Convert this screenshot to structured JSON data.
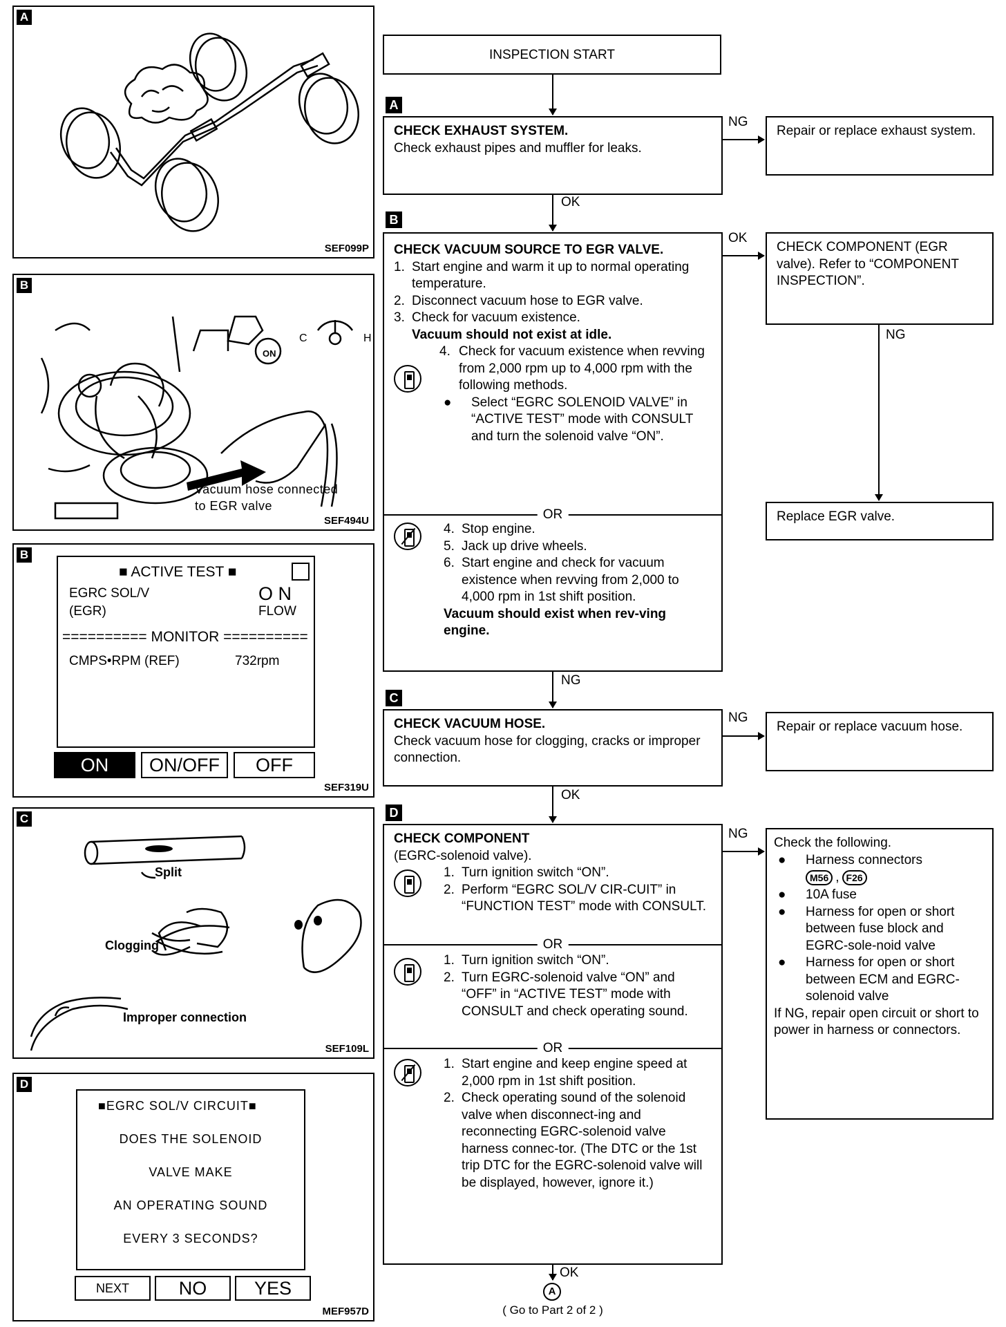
{
  "panels": {
    "a": {
      "letter": "A",
      "fig_id": "SEF099P"
    },
    "b1": {
      "letter": "B",
      "fig_id": "SEF494U",
      "caption_line1": "Vacuum hose connected",
      "caption_line2": "to EGR valve",
      "gauge_c": "C",
      "gauge_h": "H",
      "key_label": "ON"
    },
    "b2": {
      "letter": "B",
      "fig_id": "SEF319U",
      "title": "■ ACTIVE TEST ■",
      "item_label_1": "EGRC SOL/V",
      "item_label_2": "(EGR)",
      "item_value_1": "O N",
      "item_value_2": "FLOW",
      "monitor": "========== MONITOR ==========",
      "monitor_item": "CMPS•RPM (REF)",
      "monitor_value": "732rpm",
      "buttons": [
        "ON",
        "ON/OFF",
        "OFF"
      ]
    },
    "c": {
      "letter": "C",
      "fig_id": "SEF109L",
      "split": "Split",
      "clogging": "Clogging",
      "improper": "Improper connection"
    },
    "d": {
      "letter": "D",
      "fig_id": "MEF957D",
      "title": "■EGRC SOL/V CIRCUIT■",
      "lines": [
        "DOES THE SOLENOID",
        "VALVE MAKE",
        "AN OPERATING SOUND",
        "EVERY 3 SECONDS?"
      ],
      "buttons": [
        "NEXT",
        "NO",
        "YES"
      ]
    }
  },
  "flow": {
    "start": "INSPECTION START",
    "step_a": {
      "letter": "A",
      "title": "CHECK EXHAUST SYSTEM.",
      "text": "Check exhaust pipes and muffler for leaks.",
      "ng_label": "NG",
      "ng_result": "Repair or replace exhaust system.",
      "ok_label": "OK"
    },
    "step_b": {
      "letter": "B",
      "title": "CHECK VACUUM SOURCE TO EGR VALVE.",
      "items": [
        {
          "n": "1.",
          "t": "Start engine and warm it up to normal operating temperature."
        },
        {
          "n": "2.",
          "t": "Disconnect vacuum hose to EGR valve."
        },
        {
          "n": "3.",
          "t": "Check for vacuum existence."
        }
      ],
      "note1": "Vacuum should not exist at idle.",
      "item4_n": "4.",
      "item4": "Check for vacuum existence when revving from 2,000 rpm up to 4,000 rpm with the following methods.",
      "bullet_mark": "●",
      "bullet": "Select “EGRC SOLENOID VALVE” in “ACTIVE TEST” mode with CONSULT and turn the solenoid valve “ON”.",
      "or": "OR",
      "alt_items": [
        {
          "n": "4.",
          "t": "Stop engine."
        },
        {
          "n": "5.",
          "t": "Jack up drive wheels."
        },
        {
          "n": "6.",
          "t": "Start engine and check for vacuum existence when revving from 2,000 to 4,000 rpm in 1st shift position."
        }
      ],
      "note2": "Vacuum should exist when rev-ving engine.",
      "ok_label": "OK",
      "ok_result": "CHECK COMPONENT (EGR valve). Refer to “COMPONENT INSPECTION”.",
      "comp_ng_label": "NG",
      "comp_ng_result": "Replace EGR valve.",
      "ng_label": "NG"
    },
    "step_c": {
      "letter": "C",
      "title": "CHECK VACUUM HOSE.",
      "text": "Check vacuum hose for clogging, cracks or improper connection.",
      "ng_label": "NG",
      "ng_result": "Repair or replace vacuum hose.",
      "ok_label": "OK"
    },
    "step_d": {
      "letter": "D",
      "title": "CHECK COMPONENT",
      "subtitle": "(EGRC-solenoid valve).",
      "sec1": [
        {
          "n": "1.",
          "t": "Turn ignition switch “ON”."
        },
        {
          "n": "2.",
          "t": "Perform “EGRC SOL/V CIR-CUIT” in “FUNCTION TEST” mode with CONSULT."
        }
      ],
      "or1": "OR",
      "sec2": [
        {
          "n": "1.",
          "t": "Turn ignition switch “ON”."
        },
        {
          "n": "2.",
          "t": "Turn EGRC-solenoid valve “ON” and “OFF” in “ACTIVE TEST” mode with CONSULT and check operating sound."
        }
      ],
      "or2": "OR",
      "sec3": [
        {
          "n": "1.",
          "t": "Start engine and keep engine speed at 2,000 rpm in 1st shift position."
        },
        {
          "n": "2.",
          "t": "Check operating sound of the solenoid valve when disconnect-ing and reconnecting EGRC-solenoid valve harness connec-tor. (The DTC or the 1st trip DTC for the EGRC-solenoid valve will be displayed, however, ignore it.)"
        }
      ],
      "ng_label": "NG",
      "ng_title": "Check the following.",
      "ng_bullets": [
        "Harness connectors",
        "10A fuse",
        "Harness for open or short between fuse block and EGRC-sole-noid valve",
        "Harness for open or short between ECM and EGRC-solenoid valve"
      ],
      "connectors": [
        "M56",
        "F26"
      ],
      "ng_footer": "If NG, repair open circuit or short to power in harness or connectors.",
      "ok_label": "OK",
      "connector_symbol": "A",
      "goto": "( Go to Part 2 of 2 )"
    }
  }
}
